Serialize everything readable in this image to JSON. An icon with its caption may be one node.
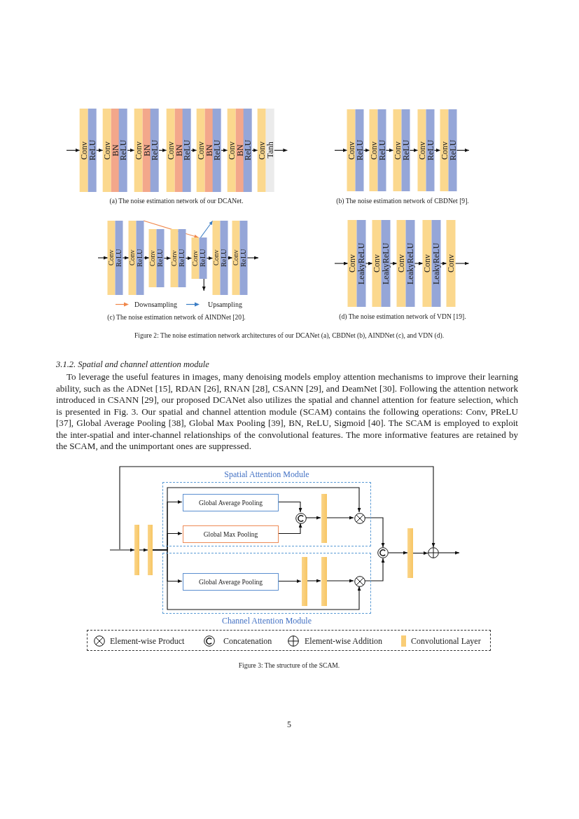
{
  "diagram": {
    "nodes": [
      {
        "text": [
          "Conv"
        ]
      },
      {
        "text": [
          "ReLU"
        ]
      },
      {
        "text": [
          "Conv"
        ]
      },
      {
        "text": [
          "BN"
        ]
      },
      {
        "text": [
          "ReLU"
        ]
      },
      {
        "text": [
          "Conv"
        ]
      },
      {
        "text": [
          "BN"
        ]
      },
      {
        "text": [
          "ReLU"
        ]
      },
      {
        "text": [
          "Conv"
        ]
      },
      {
        "text": [
          "BN"
        ]
      },
      {
        "text": [
          "ReLU"
        ]
      },
      {
        "text": [
          "Conv"
        ]
      },
      {
        "text": [
          "BN"
        ]
      },
      {
        "text": [
          "ReLU"
        ]
      },
      {
        "text": [
          "Conv"
        ]
      },
      {
        "text": [
          "BN"
        ]
      },
      {
        "text": [
          "ReLU"
        ]
      },
      {
        "text": [
          "Conv"
        ]
      },
      {
        "text": [
          "Tanh"
        ]
      },
      {
        "text": [
          "Conv"
        ]
      },
      {
        "text": [
          "ReLU"
        ]
      },
      {
        "text": [
          "Conv"
        ]
      },
      {
        "text": [
          "ReLU"
        ]
      },
      {
        "text": [
          "Conv"
        ]
      },
      {
        "text": [
          "ReLU"
        ]
      },
      {
        "text": [
          "Conv"
        ]
      },
      {
        "text": [
          "ReLU"
        ]
      },
      {
        "text": [
          "Conv"
        ]
      },
      {
        "text": [
          "ReLU"
        ]
      },
      {
        "text": [
          "Conv"
        ]
      },
      {
        "text": [
          "ReLU"
        ]
      },
      {
        "text": [
          "Conv"
        ]
      },
      {
        "text": [
          "ReLU"
        ]
      },
      {
        "text": [
          "Conv"
        ]
      },
      {
        "text": [
          "ReLU"
        ]
      },
      {
        "text": [
          "Conv"
        ]
      },
      {
        "text": [
          "ReLU"
        ]
      },
      {
        "text": [
          "Conv"
        ]
      },
      {
        "text": [
          "ReLU"
        ]
      },
      {
        "text": [
          "Conv"
        ]
      },
      {
        "text": [
          "ReLU"
        ]
      },
      {
        "text": [
          "Conv"
        ]
      },
      {
        "text": [
          "ReLU"
        ]
      },
      {
        "text": [
          "Conv"
        ]
      },
      {
        "text": [
          "LeakyReLU"
        ]
      },
      {
        "text": [
          "Conv"
        ]
      },
      {
        "text": [
          "LeakyReLU"
        ]
      },
      {
        "text": [
          "Conv"
        ]
      },
      {
        "text": [
          "LeakyReLU"
        ]
      },
      {
        "text": [
          "Conv"
        ]
      },
      {
        "text": [
          "LeakyReLU"
        ]
      },
      {
        "text": [
          "Conv"
        ]
      },
      {
        "text": [],
        "shape": "bar"
      },
      {
        "text": [],
        "shape": "bar"
      },
      {
        "text": [
          "Spatial Attention Module"
        ]
      },
      {
        "text": [
          "Channel Attention Module"
        ]
      },
      {
        "text": [
          "Global Average Pooling"
        ],
        "in": 54
      },
      {
        "text": [
          "Global Max Pooling"
        ],
        "in": 54
      },
      {
        "text": [],
        "shape": "circle",
        "in": 54
      },
      {
        "text": [],
        "shape": "bar",
        "in": 54
      },
      {
        "text": [],
        "shape": "circle",
        "in": 54
      },
      {
        "text": [
          "Global Average Pooling"
        ],
        "in": 55
      },
      {
        "text": [],
        "shape": "bar",
        "in": 55
      },
      {
        "text": [],
        "shape": "bar",
        "in": 55
      },
      {
        "text": [],
        "shape": "circle",
        "in": 55
      },
      {
        "text": [],
        "shape": "circle"
      },
      {
        "text": [],
        "shape": "bar"
      },
      {
        "text": [],
        "shape": "circle"
      }
    ],
    "edges": [
      {
        "from": null,
        "to": 0,
        "arrow": "to"
      },
      {
        "from": 1,
        "to": 2,
        "arrow": "to"
      },
      {
        "from": 4,
        "to": 5,
        "arrow": "to"
      },
      {
        "from": 7,
        "to": 8,
        "arrow": "to"
      },
      {
        "from": 10,
        "to": 11,
        "arrow": "to"
      },
      {
        "from": 13,
        "to": 14,
        "arrow": "to"
      },
      {
        "from": 16,
        "to": 17,
        "arrow": "to"
      },
      {
        "from": 18,
        "to": null,
        "arrow": "to"
      },
      {
        "from": null,
        "to": 19,
        "arrow": "to"
      },
      {
        "from": 20,
        "to": 21,
        "arrow": "to"
      },
      {
        "from": 22,
        "to": 23,
        "arrow": "to"
      },
      {
        "from": 24,
        "to": 25,
        "arrow": "to"
      },
      {
        "from": 26,
        "to": 27,
        "arrow": "to"
      },
      {
        "from": 28,
        "to": null,
        "arrow": "to"
      },
      {
        "from": null,
        "to": 29,
        "arrow": "to"
      },
      {
        "from": 30,
        "to": 31,
        "arrow": "to"
      },
      {
        "from": 32,
        "to": 33,
        "arrow": "to"
      },
      {
        "from": 34,
        "to": 35,
        "arrow": "to"
      },
      {
        "from": 36,
        "to": 37,
        "arrow": "to"
      },
      {
        "from": 38,
        "to": 39,
        "arrow": "to"
      },
      {
        "from": 40,
        "to": 41,
        "arrow": "to"
      },
      {
        "from": 42,
        "to": null,
        "arrow": "to"
      },
      {
        "from": 38,
        "to": null,
        "arrow": "to"
      },
      {
        "from": 32,
        "to": 37,
        "arrow": "to",
        "color": "#f0874a"
      },
      {
        "from": 38,
        "to": 39,
        "arrow": "to",
        "color": "#3b7dc4"
      },
      {
        "from": null,
        "to": 43,
        "arrow": "to"
      },
      {
        "from": 44,
        "to": 45,
        "arrow": "to"
      },
      {
        "from": 46,
        "to": 47,
        "arrow": "to"
      },
      {
        "from": 48,
        "to": 49,
        "arrow": "to"
      },
      {
        "from": 50,
        "to": 51,
        "arrow": "to"
      },
      {
        "from": 51,
        "to": null,
        "arrow": "to"
      },
      {
        "from": null,
        "to": 52,
        "arrow": "to"
      },
      {
        "from": 52,
        "to": 53,
        "arrow": "to"
      },
      {
        "from": 53,
        "to": 56,
        "arrow": "to"
      },
      {
        "from": 53,
        "to": 57,
        "arrow": "to"
      },
      {
        "from": 53,
        "to": 60,
        "arrow": "to"
      },
      {
        "from": 53,
        "to": 61,
        "arrow": "to"
      },
      {
        "from": 53,
        "to": 64,
        "arrow": "to"
      },
      {
        "from": null,
        "to": 67,
        "arrow": "to"
      },
      {
        "from": 56,
        "to": 58,
        "arrow": "to"
      },
      {
        "from": 57,
        "to": 58,
        "arrow": "to"
      },
      {
        "from": 58,
        "to": 59,
        "arrow": "to"
      },
      {
        "from": 59,
        "to": 60,
        "arrow": "to"
      },
      {
        "from": 60,
        "to": 65,
        "arrow": "to"
      },
      {
        "from": 61,
        "to": 62,
        "arrow": "to"
      },
      {
        "from": 62,
        "to": 63,
        "arrow": "to"
      },
      {
        "from": 63,
        "to": 64,
        "arrow": "to"
      },
      {
        "from": 64,
        "to": 65,
        "arrow": "to"
      },
      {
        "from": 65,
        "to": 66,
        "arrow": "to"
      },
      {
        "from": 66,
        "to": 67,
        "arrow": "to"
      },
      {
        "from": 67,
        "to": null,
        "arrow": "to"
      }
    ],
    "labels": [
      "(a) The noise estimation network of our DCANet.",
      "(b) The noise estimation network of CBDNet [9].",
      "(c) The noise estimation network of AINDNet [20].",
      "(d) The noise estimation network of VDN [19].",
      "Figure 2: The noise estimation network architectures of our DCANet (a), CBDNet (b), AINDNet (c), and VDN (d).",
      "3.1.2. Spatial and channel attention module",
      "To leverage the useful features in images, many denoising models employ attention mechanisms to improve their learning ability, such as the ADNet [15], RDAN [26], RNAN [28], CSANN [29], and DeamNet [30]. Following the attention network introduced in CSANN [29], our proposed DCANet also utilizes the spatial and channel attention for feature selection, which is presented in Fig. 3. Our spatial and channel attention module (SCAM) contains the following operations: Conv, PReLU [37], Global Average Pooling [38], Global Max Pooling [39], BN, ReLU, Sigmoid [40]. The SCAM is employed to exploit the inter-spatial and inter-channel relationships of the convolutional features. The more informative features are retained by the SCAM, and the unimportant ones are suppressed.",
      "Figure 3: The structure of the SCAM.",
      "5"
    ],
    "legend": [
      {
        "text": "Downsampling"
      },
      {
        "text": "Upsampling"
      },
      {
        "text": "Element-wise Product"
      },
      {
        "text": "Concatenation"
      },
      {
        "text": "Element-wise Addition"
      },
      {
        "text": "Convolutional Layer",
        "color": "#f9cd76"
      }
    ]
  }
}
